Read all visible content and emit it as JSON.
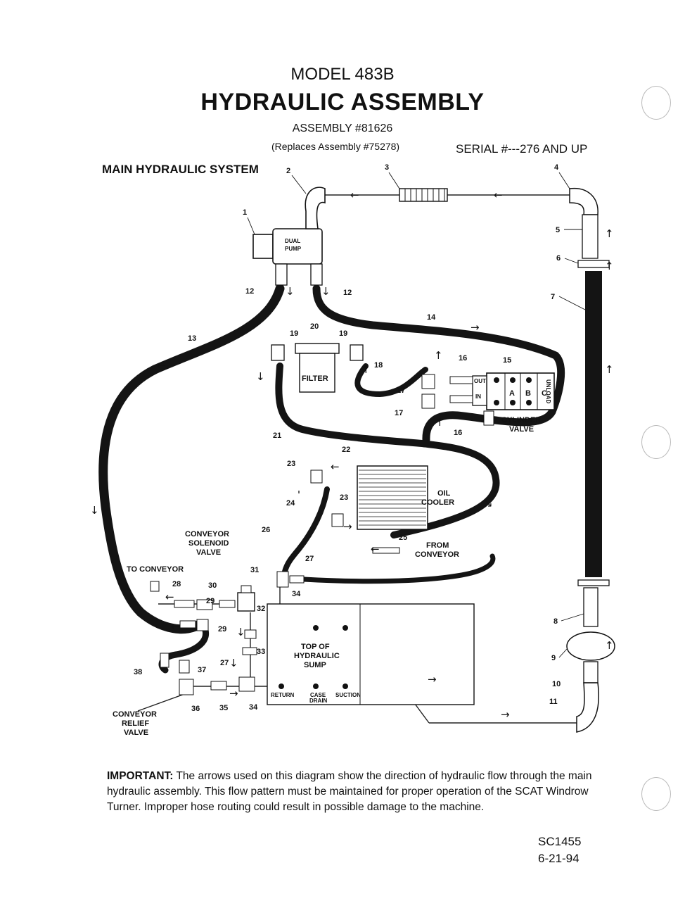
{
  "header": {
    "model": "MODEL 483B",
    "title": "HYDRAULIC ASSEMBLY",
    "assembly": "ASSEMBLY #81626",
    "replaces": "(Replaces Assembly #75278)",
    "serial": "SERIAL #---276 AND UP",
    "section": "MAIN HYDRAULIC SYSTEM"
  },
  "labels": {
    "dual_pump": [
      "DUAL",
      "PUMP"
    ],
    "filter": "FILTER",
    "out": "OUT",
    "in": "IN",
    "valve_a": "A",
    "valve_b": "B",
    "valve_c": "C",
    "unload": "UNLOAD",
    "cylinder_valve": [
      "CYLINDER",
      "VALVE"
    ],
    "oil_cooler": [
      "OIL",
      "COOLER"
    ],
    "from_conveyor": [
      "FROM",
      "CONVEYOR"
    ],
    "conveyor_solenoid": [
      "CONVEYOR",
      "SOLENOID",
      "VALVE"
    ],
    "to_conveyor": "TO CONVEYOR",
    "sump": [
      "TOP OF",
      "HYDRAULIC",
      "SUMP"
    ],
    "return": "RETURN",
    "case_drain": [
      "CASE",
      "DRAIN"
    ],
    "suction": "SUCTION",
    "conveyor_relief": [
      "CONVEYOR",
      "RELIEF",
      "VALVE"
    ]
  },
  "callouts": [
    "1",
    "2",
    "3",
    "4",
    "5",
    "6",
    "7",
    "8",
    "9",
    "10",
    "11",
    "12",
    "12",
    "13",
    "14",
    "15",
    "16",
    "16",
    "17",
    "17",
    "18",
    "19",
    "19",
    "20",
    "21",
    "22",
    "23",
    "23",
    "24",
    "25",
    "26",
    "27",
    "27",
    "28",
    "29",
    "29",
    "30",
    "31",
    "32",
    "33",
    "34",
    "34",
    "35",
    "36",
    "37",
    "38"
  ],
  "footer": {
    "important_label": "IMPORTANT:",
    "important_text": "The arrows used on this diagram show the direction of hydraulic flow through the main hydraulic assembly. This flow pattern must be maintained for proper operation of the SCAT Windrow Turner. Improper hose routing could result in possible damage to the machine.",
    "doc_number": "SC1455",
    "doc_date": "6-21-94"
  }
}
